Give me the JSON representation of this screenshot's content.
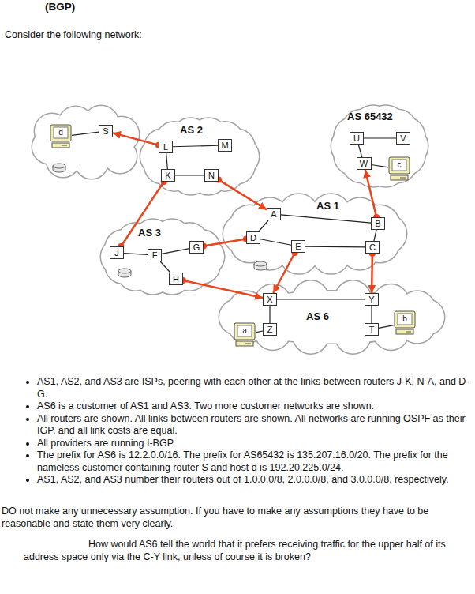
{
  "diagram": {
    "title": "(BGP)",
    "nodes": [
      {
        "text": [
          "AS 2"
        ]
      },
      {
        "text": [
          "L"
        ],
        "in": 0
      },
      {
        "text": [
          "M"
        ],
        "in": 0
      },
      {
        "text": [
          "K"
        ],
        "in": 0
      },
      {
        "text": [
          "N"
        ],
        "in": 0
      },
      {
        "text": [
          "AS 65432"
        ]
      },
      {
        "text": [
          "U"
        ],
        "in": 5
      },
      {
        "text": [
          "V"
        ],
        "in": 5
      },
      {
        "text": [
          "W"
        ],
        "in": 5
      },
      {
        "text": [
          "c"
        ],
        "in": 5
      },
      {
        "text": [
          "AS 1"
        ]
      },
      {
        "text": [
          "A"
        ],
        "in": 10
      },
      {
        "text": [
          "B"
        ],
        "in": 10
      },
      {
        "text": [
          "D"
        ],
        "in": 10
      },
      {
        "text": [
          "E"
        ],
        "in": 10
      },
      {
        "text": [
          "C"
        ],
        "in": 10
      },
      {
        "text": [
          "AS 3"
        ]
      },
      {
        "text": [
          "J"
        ],
        "in": 16
      },
      {
        "text": [
          "F"
        ],
        "in": 16
      },
      {
        "text": [
          "G"
        ],
        "in": 16
      },
      {
        "text": [
          "H"
        ],
        "in": 16
      },
      {
        "text": [
          "AS 6"
        ]
      },
      {
        "text": [
          "X"
        ],
        "in": 21
      },
      {
        "text": [
          "Y"
        ],
        "in": 21
      },
      {
        "text": [
          "Z"
        ],
        "in": 21
      },
      {
        "text": [
          "T"
        ],
        "in": 21
      },
      {
        "text": [
          "a"
        ],
        "in": 21
      },
      {
        "text": [
          "b"
        ],
        "in": 21
      },
      {
        "text": [
          "d"
        ]
      },
      {
        "text": [
          "S"
        ]
      }
    ],
    "edges": [
      {
        "from": 1,
        "to": 2,
        "arrow": "none"
      },
      {
        "from": 1,
        "to": 3,
        "arrow": "none"
      },
      {
        "from": 3,
        "to": 4,
        "arrow": "none"
      },
      {
        "from": 6,
        "to": 7,
        "arrow": "none"
      },
      {
        "from": 6,
        "to": 8,
        "arrow": "none"
      },
      {
        "from": 8,
        "to": 9,
        "arrow": "none"
      },
      {
        "from": 11,
        "to": 12,
        "arrow": "none"
      },
      {
        "from": 11,
        "to": 13,
        "arrow": "none"
      },
      {
        "from": 13,
        "to": 14,
        "arrow": "none"
      },
      {
        "from": 14,
        "to": 15,
        "arrow": "none"
      },
      {
        "from": 12,
        "to": 15,
        "arrow": "none"
      },
      {
        "from": 17,
        "to": 18,
        "arrow": "none"
      },
      {
        "from": 18,
        "to": 19,
        "arrow": "none"
      },
      {
        "from": 18,
        "to": 20,
        "arrow": "none"
      },
      {
        "from": 22,
        "to": 23,
        "arrow": "none"
      },
      {
        "from": 22,
        "to": 24,
        "arrow": "none"
      },
      {
        "from": 23,
        "to": 25,
        "arrow": "none"
      },
      {
        "from": 24,
        "to": 26,
        "arrow": "none"
      },
      {
        "from": 25,
        "to": 27,
        "arrow": "none"
      },
      {
        "from": 29,
        "to": 28,
        "arrow": "none"
      },
      {
        "from": 1,
        "to": 29,
        "arrow": "to"
      },
      {
        "from": 3,
        "to": 17,
        "arrow": "none"
      },
      {
        "from": 4,
        "to": 11,
        "arrow": "to"
      },
      {
        "from": 13,
        "to": 19,
        "arrow": "none"
      },
      {
        "from": 12,
        "to": 8,
        "arrow": "to"
      },
      {
        "from": 15,
        "to": 23,
        "arrow": "to"
      },
      {
        "from": 14,
        "to": 22,
        "arrow": "to"
      },
      {
        "from": 20,
        "to": 22,
        "arrow": "to"
      }
    ],
    "labels": [
      "Consider the following network:",
      "AS1, AS2, and AS3 are ISPs, peering with each other at the links between routers J-K, N-A, and D-G.",
      "AS6 is a customer of AS1 and AS3. Two more customer networks are shown.",
      "All routers are shown. All links between routers are shown. All networks are running OSPF as their IGP, and all link costs are equal.",
      "All providers are running I-BGP.",
      "The prefix for AS6 is 12.2.0.0/16. The prefix for AS65432 is 135.207.16.0/20. The prefix for the nameless customer containing router S and host d is 192.20.225.0/24.",
      "AS1, AS2, and AS3 number their routers out of 1.0.0.0/8, 2.0.0.0/8, and 3.0.0.0/8, respectively.",
      "DO not make any unnecessary assumption. If you have to make any assumptions they have to be reasonable and state them very clearly.",
      "How would AS6 tell the world that it prefers receiving traffic for the upper half of its address space only via the C-Y link, unless of course it is broken?"
    ]
  }
}
